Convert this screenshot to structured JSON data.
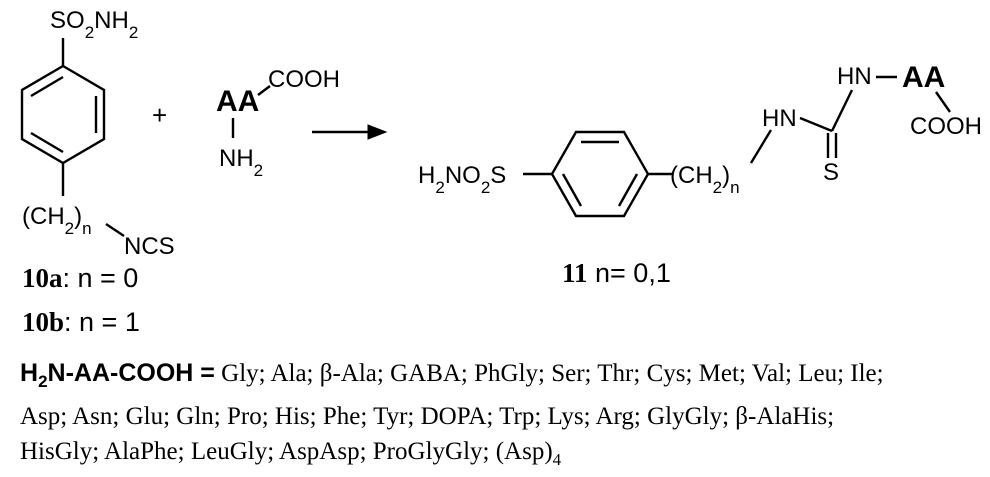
{
  "reactant_aryl": {
    "sulfonamide": [
      "SO",
      "2",
      "NH",
      "2"
    ],
    "linker": [
      "(CH",
      "2",
      ")",
      "n"
    ],
    "isothiocyanate": "NCS"
  },
  "plus": "+",
  "amino_acid": {
    "aa": "AA",
    "cooh": "COOH",
    "amine": [
      "NH",
      "2"
    ]
  },
  "product": {
    "sulfonamide": [
      "H",
      "2",
      "NO",
      "2",
      "S"
    ],
    "linker": [
      "(CH",
      "2",
      ")",
      "n"
    ],
    "nh": "HN",
    "nh_aa": "HN",
    "aa": "AA",
    "cooh": "COOH",
    "thione": "S"
  },
  "labels": {
    "c10a_bold": "10a",
    "c10a_rest": ": n = 0",
    "c10b_bold": "10b",
    "c10b_rest": ": n = 1",
    "c11_bold": "11",
    "c11_rest": " n= 0,1"
  },
  "caption": {
    "header_parts": [
      "H",
      "2",
      "N-AA-COOH ="
    ],
    "line1": " Gly; Ala; β-Ala; GABA; PhGly; Ser; Thr; Cys; Met; Val; Leu; Ile;",
    "line2": "Asp; Asn; Glu; Gln; Pro; His; Phe; Tyr; DOPA; Trp; Lys; Arg; GlyGly; β-AlaHis;",
    "line3_parts": [
      "HisGly; AlaPhe; LeuGly; AspAsp; ProGlyGly; (Asp)",
      "4"
    ]
  }
}
